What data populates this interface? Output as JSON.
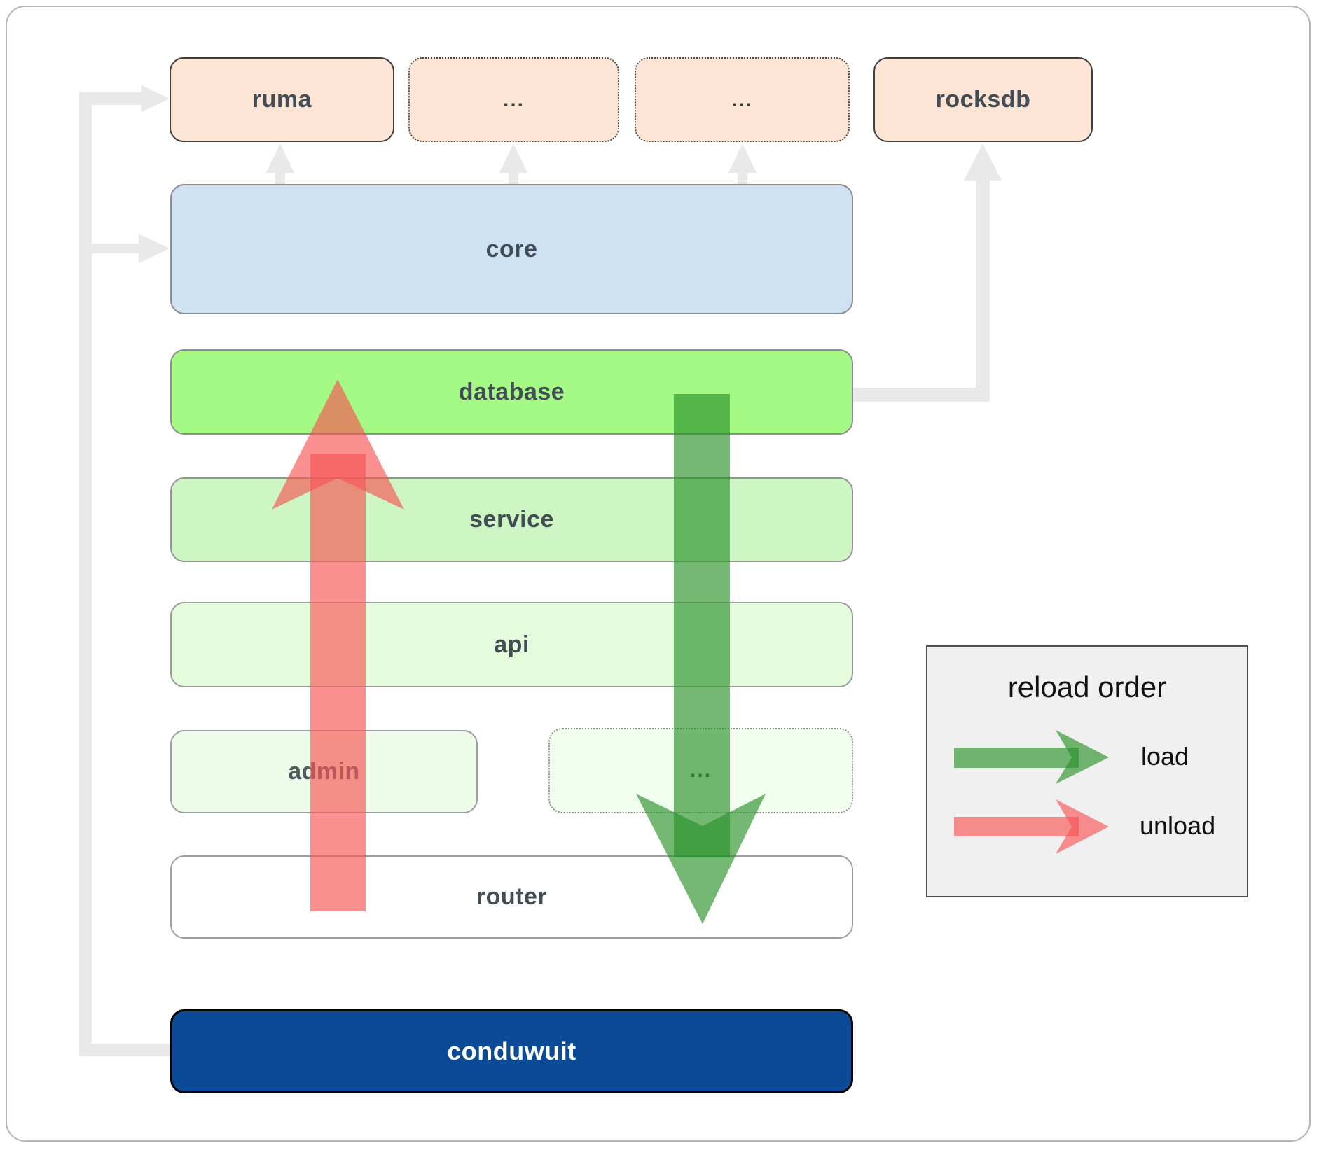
{
  "nodes": {
    "ruma": "ruma",
    "ellipsis_top_1": "...",
    "ellipsis_top_2": "...",
    "rocksdb": "rocksdb",
    "core": "core",
    "database": "database",
    "service": "service",
    "api": "api",
    "admin": "admin",
    "ellipsis_mid": "...",
    "router": "router",
    "conduwuit": "conduwuit"
  },
  "legend": {
    "title": "reload order",
    "load_label": "load",
    "unload_label": "unload"
  },
  "colors": {
    "load_arrow": "#299229",
    "unload_arrow": "#f75454",
    "connector": "#e9e9e9",
    "core_fill": "#cfe2f4",
    "database_fill": "#a5fa86",
    "service_fill": "#cdf6c4",
    "api_fill": "#e4fbdc",
    "admin_fill": "#edfce9",
    "mid_ellipsis_fill": "#f1fdee",
    "peach_fill": "#fce5d4",
    "conduwuit_fill": "#0b4a94",
    "legend_fill": "#f0f0f0"
  }
}
